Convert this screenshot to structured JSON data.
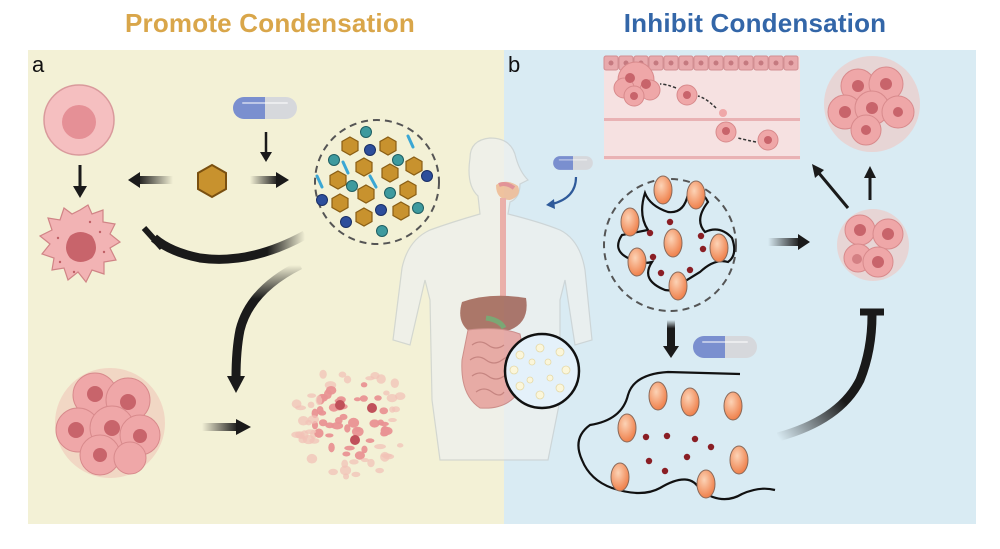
{
  "titles": {
    "left": "Promote Condensation",
    "right": "Inhibit Condensation"
  },
  "panels": {
    "a": {
      "label": "a"
    },
    "b": {
      "label": "b"
    }
  },
  "colors": {
    "left_title": "#D9A64A",
    "right_title": "#3366A8",
    "left_bg": "#F3F1D6",
    "right_bg": "#D9EBF3",
    "cell_pink": "#EFA7A8",
    "cell_nucleus": "#D06F74",
    "hexagon": "#C8922E",
    "teal_dot": "#3E9A9E",
    "navy_dot": "#2D4E9B",
    "capsule_blue": "#7A8FCF",
    "capsule_gray": "#D6D8DC",
    "orange_oval": "#F08A5A",
    "dark_dot": "#8A1E24",
    "arrow": "#1a1a1a"
  },
  "icons": [
    "normal-cell-icon",
    "apoptotic-cell-icon",
    "hexagon-molecule-icon",
    "capsule-drug-icon",
    "condensate-droplet-icon",
    "tumor-cluster-icon",
    "dissolved-tumor-icon",
    "human-digestive-body-icon",
    "gut-microbe-inset-icon",
    "metastasis-vessel-icon",
    "phase-separated-condensate-icon",
    "dispersed-condensate-icon",
    "small-tumor-cluster-icon",
    "large-tumor-cluster-icon"
  ]
}
